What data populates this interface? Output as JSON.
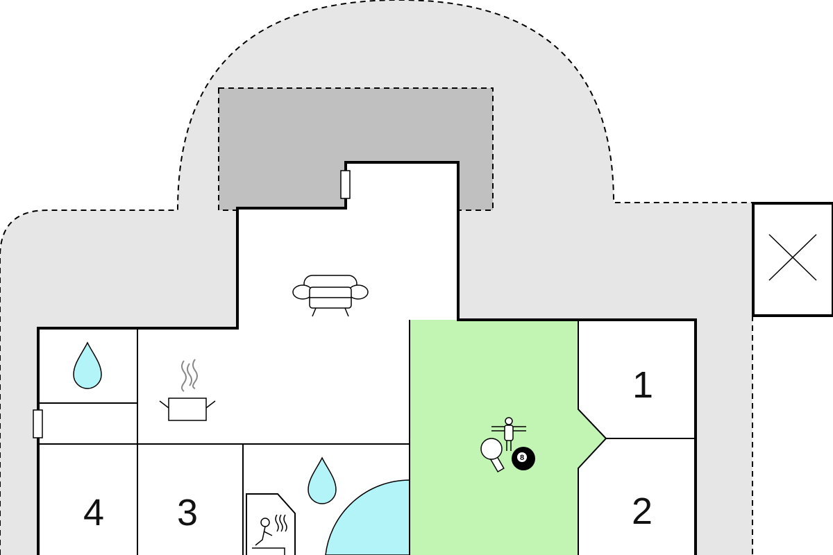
{
  "floorplan": {
    "rooms": [
      {
        "id": "bedroom-1",
        "label": "1"
      },
      {
        "id": "bedroom-2",
        "label": "2"
      },
      {
        "id": "bedroom-3",
        "label": "3"
      },
      {
        "id": "bedroom-4",
        "label": "4"
      }
    ],
    "icons": {
      "living_room": "sofa-icon",
      "kitchen": "cooking-pot-icon",
      "bathroom_1": "water-drop-icon",
      "bathroom_2": "water-drop-icon",
      "sauna": "sauna-icon",
      "games_room": [
        "table-football-icon",
        "table-tennis-icon",
        "billiard-ball-icon"
      ],
      "billiard_ball_number": "8",
      "pool": "swimming-pool",
      "exterior_box": "cross-icon"
    },
    "colors": {
      "terrace": "#e6e6e6",
      "covered_terrace": "#c0c0c0",
      "games_room": "#c2f5b4",
      "water": "#b3f4f9",
      "walls": "#000000",
      "interior": "#ffffff"
    }
  }
}
